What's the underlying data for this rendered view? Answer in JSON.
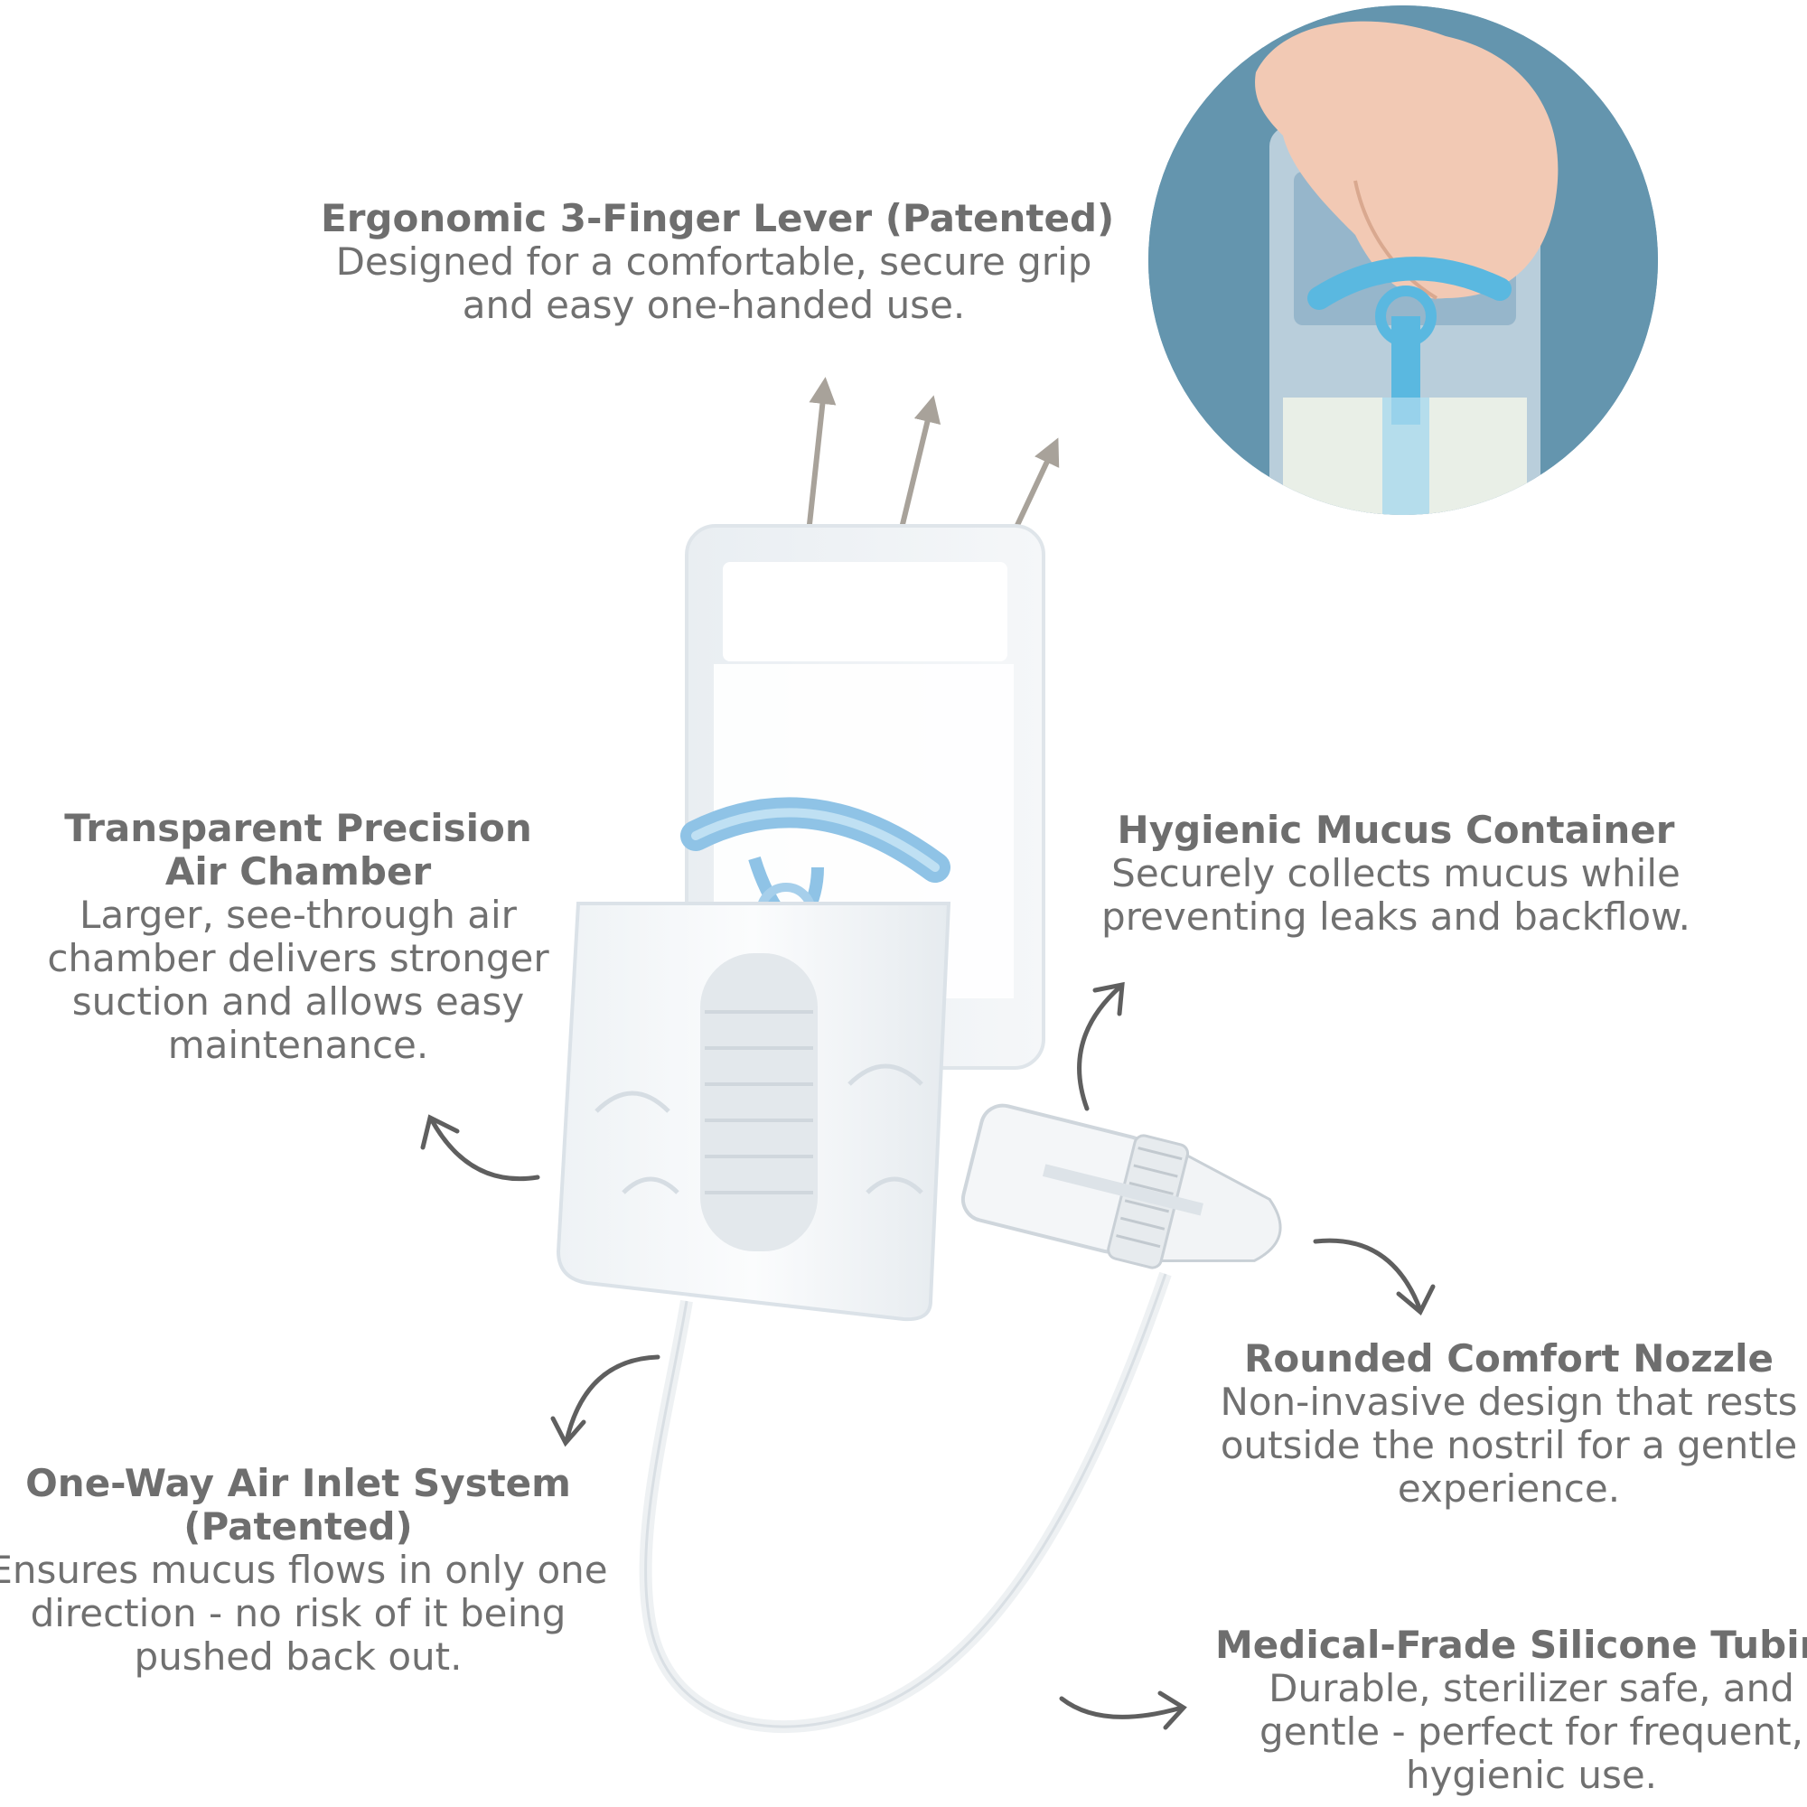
{
  "features": {
    "lever": {
      "title": "Ergonomic 3-Finger Lever (Patented)",
      "desc_lines": [
        "Designed for a comfortable, secure grip",
        "and easy one-handed use."
      ]
    },
    "chamber": {
      "title_lines": [
        "Transparent Precision",
        "Air Chamber"
      ],
      "desc_lines": [
        "Larger, see-through air",
        "chamber delivers stronger",
        "suction and allows easy",
        "maintenance."
      ]
    },
    "container": {
      "title": "Hygienic Mucus Container",
      "desc_lines": [
        "Securely collects mucus while",
        "preventing leaks and backflow."
      ]
    },
    "inlet": {
      "title_lines": [
        "One-Way Air Inlet System",
        "(Patented)"
      ],
      "desc_lines": [
        "Ensures mucus flows in only one",
        "direction - no risk of it being",
        "pushed back out."
      ]
    },
    "nozzle": {
      "title": "Rounded Comfort Nozzle",
      "desc_lines": [
        "Non-invasive design that rests",
        "outside the nostril for a gentle",
        "experience."
      ]
    },
    "tubing": {
      "title": "Medical-Frade Silicone Tubing",
      "desc_lines": [
        "Durable, sterilizer safe, and",
        "gentle - perfect for frequent,",
        "hygienic use."
      ]
    }
  },
  "colors": {
    "text": "#6b6b6b",
    "arrow": "#5f5f5f",
    "lever_blue": "#8fc3e6",
    "inset_bg": "#5f8ea8"
  },
  "icons": {
    "inset_photo": "hand-holding-device-photo",
    "device": "nasal-aspirator-illustration"
  }
}
